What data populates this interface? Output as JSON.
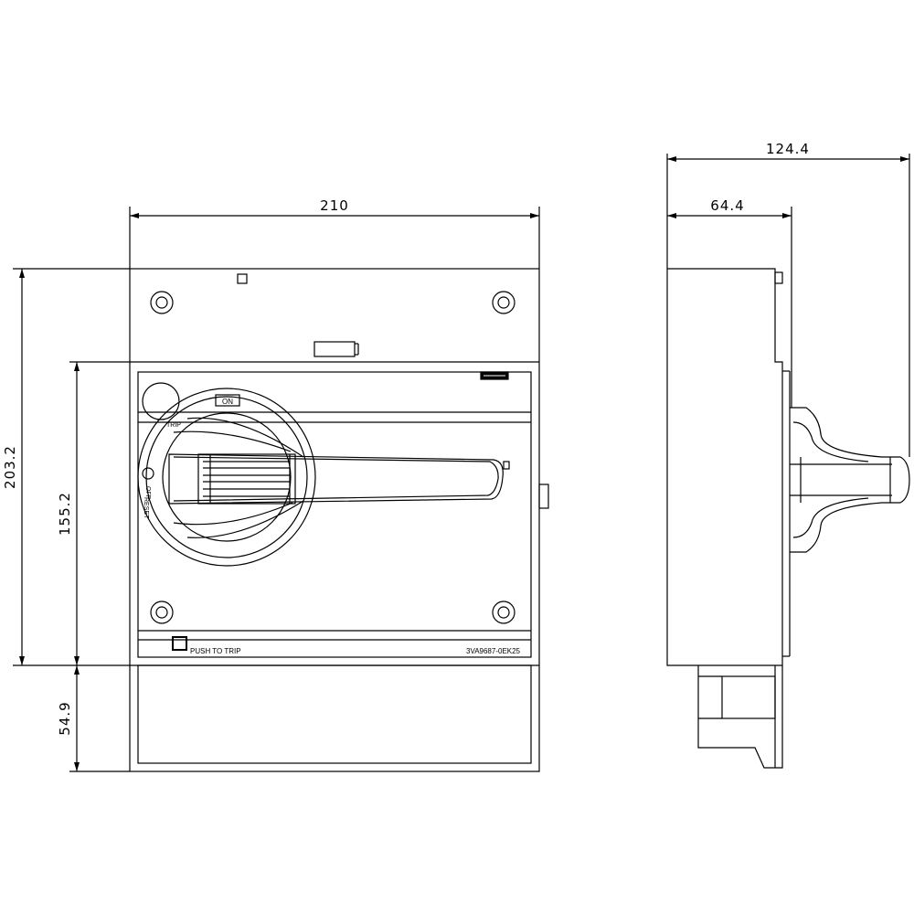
{
  "dimensions": {
    "front_width": "210",
    "front_total_height": "203.2",
    "front_cover_height": "155.2",
    "front_bottom_height": "54.9",
    "side_total_depth": "124.4",
    "side_body_depth": "64.4"
  },
  "labels": {
    "on": "ON",
    "trip": "TRIP",
    "off": "OFF",
    "reset": "RESET",
    "push_to_trip": "PUSH TO TRIP",
    "model": "3VA9687-0EK25"
  }
}
